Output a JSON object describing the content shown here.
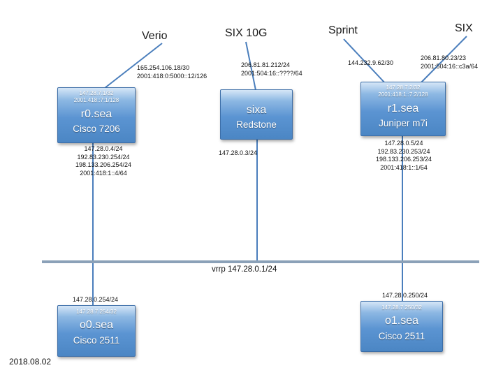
{
  "date_label": "2018.08.02",
  "bus": {
    "label": "vrrp 147.28.0.1/24"
  },
  "uplinks": {
    "verio": {
      "label": "Verio",
      "ip1": "165.254.106.18/30",
      "ip2": "2001:418:0:5000::12/126"
    },
    "six10g": {
      "label": "SIX 10G",
      "ip1": "206.81.81.212/24",
      "ip2": "2001:504:16::????/64"
    },
    "sprint": {
      "label": "Sprint",
      "ip1": "144.232.9.62/30"
    },
    "six": {
      "label": "SIX",
      "ip1": "206.81.80.23/23",
      "ip2": "2001:504:16::c3a/64"
    }
  },
  "nodes": {
    "r0": {
      "loop1": "147.28.7.1/32",
      "loop2": "2001:418::7:1/128",
      "name": "r0.sea",
      "model": "Cisco 7206",
      "lan1": "147.28.0.4/24",
      "lan2": "192.83.230.254/24",
      "lan3": "198.133.206.254/24",
      "lan4": "2001:418:1::4/64"
    },
    "sixa": {
      "name": "sixa",
      "model": "Redstone",
      "lan1": "147.28.0.3/24"
    },
    "r1": {
      "loop1": "147.28.7.2/32",
      "loop2": "2001:418:1::7:2/128",
      "name": "r1.sea",
      "model": "Juniper m7i",
      "lan1": "147.28.0.5/24",
      "lan2": "192.83.230.253/24",
      "lan3": "198.133.206.253/24",
      "lan4": "2001:418:1::1/64"
    },
    "o0": {
      "bus_ip": "147.28.0.254/24",
      "loop1": "147.28.7.254/32",
      "name": "o0.sea",
      "model": "Cisco 2511"
    },
    "o1": {
      "bus_ip": "147.28.0.250/24",
      "loop1": "147.28.7.250/32",
      "name": "o1.sea",
      "model": "Cisco 2511"
    }
  }
}
